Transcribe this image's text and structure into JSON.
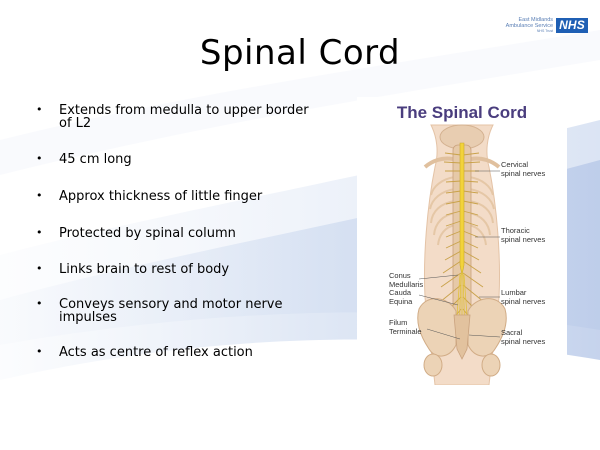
{
  "slide": {
    "title": "Spinal Cord",
    "logo": {
      "line1": "East Midlands",
      "line2": "Ambulance Service",
      "line3": "NHS Trust",
      "badge": "NHS"
    },
    "bullet_glyph": "•",
    "bullets": [
      "Extends from medulla to upper border of L2",
      "45 cm long",
      "Approx thickness of little finger",
      "Protected by spinal column",
      "Links brain to rest of body",
      "Conveys sensory and motor nerve impulses",
      "Acts as centre of reflex action"
    ]
  },
  "figure": {
    "title": "The Spinal Cord",
    "labels": {
      "cervical": "Cervical\nspinal nerves",
      "thoracic": "Thoracic\nspinal nerves",
      "conus": "Conus\nMedullaris",
      "cauda": "Cauda\nEquina",
      "lumbar": "Lumbar\nspinal nerves",
      "filum": "Filum\nTerminale",
      "sacral": "Sacral\nspinal nerves"
    }
  },
  "colors": {
    "figure_title": "#4a3d7e",
    "nhs_blue": "#1f5fb4",
    "bone": "#e6c9a8",
    "cord": "#f2d33a",
    "skin": "#f3dcc8"
  }
}
